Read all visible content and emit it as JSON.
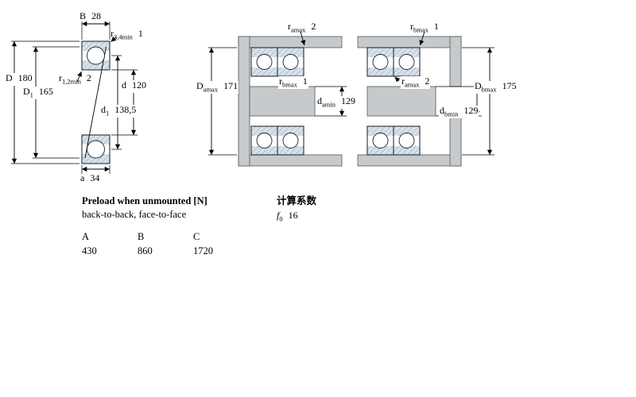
{
  "drawings": {
    "cross_section": {
      "dims": {
        "B": {
          "sym": "B",
          "sub": "",
          "value": "28"
        },
        "r34": {
          "sym": "r",
          "sub": "3,4min",
          "value": "1"
        },
        "D": {
          "sym": "D",
          "sub": "",
          "value": "180"
        },
        "D1": {
          "sym": "D",
          "sub": "1",
          "value": "165"
        },
        "r12": {
          "sym": "r",
          "sub": "1,2min",
          "value": "2"
        },
        "d": {
          "sym": "d",
          "sub": "",
          "value": "120"
        },
        "d1": {
          "sym": "d",
          "sub": "1",
          "value": "138,5"
        },
        "a": {
          "sym": "a",
          "sub": "",
          "value": "34"
        }
      }
    },
    "back_to_back": {
      "dims": {
        "ra_top": {
          "sym": "r",
          "sub": "amax",
          "value": "2"
        },
        "Da": {
          "sym": "D",
          "sub": "amax",
          "value": "171"
        },
        "rb_mid": {
          "sym": "r",
          "sub": "bmax",
          "value": "1"
        },
        "da": {
          "sym": "d",
          "sub": "amin",
          "value": "129"
        }
      }
    },
    "face_to_face": {
      "dims": {
        "rb_top": {
          "sym": "r",
          "sub": "bmax",
          "value": "1"
        },
        "ra_mid": {
          "sym": "r",
          "sub": "amax",
          "value": "2"
        },
        "Db": {
          "sym": "D",
          "sub": "bmax",
          "value": "175"
        },
        "db": {
          "sym": "d",
          "sub": "bmin",
          "value": "129"
        }
      }
    }
  },
  "preload": {
    "title": "Preload when unmounted [N]",
    "subtitle": "back-to-back, face-to-face",
    "columns": [
      "A",
      "B",
      "C"
    ],
    "values": [
      "430",
      "860",
      "1720"
    ]
  },
  "calculation": {
    "title": "计算系数",
    "f0": {
      "sym": "f",
      "sub": "0",
      "value": "16"
    }
  },
  "colors": {
    "ring_fill": "#d6e1eb",
    "hatch_line": "#8fa6bb",
    "steel_gray": "#c6cacd",
    "outline": "#1a1a1a"
  }
}
